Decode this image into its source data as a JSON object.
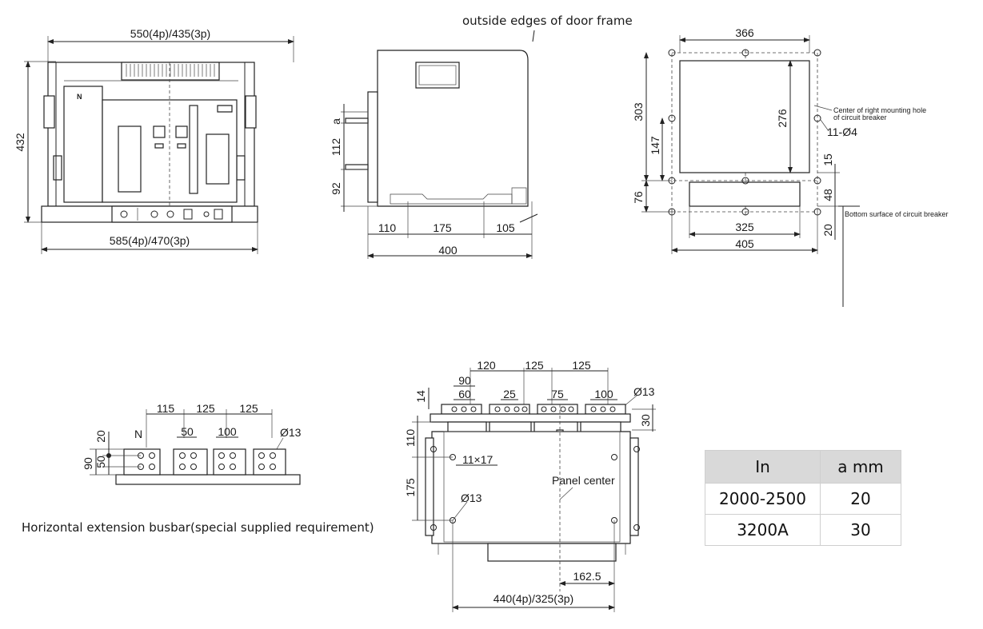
{
  "front_view": {
    "top_dim": "550(4p)/435(3p)",
    "height_dim": "432",
    "bottom_dim": "585(4p)/470(3p)",
    "neutral_label": "N"
  },
  "side_view": {
    "door_frame_label": "outside edges of door frame",
    "dim_a": "a",
    "dim_112": "112",
    "dim_92": "92",
    "dim_110": "110",
    "dim_175": "175",
    "dim_105": "105",
    "dim_400": "400"
  },
  "mounting_view": {
    "dim_366": "366",
    "dim_303": "303",
    "dim_276": "276",
    "dim_147": "147",
    "dim_15": "15",
    "dim_76": "76",
    "dim_48": "48",
    "dim_20": "20",
    "dim_325": "325",
    "dim_405": "405",
    "hole_spec": "11-Ø4",
    "note_mounting_hole_line1": "Center of right mounting hole",
    "note_mounting_hole_line2": "of circuit breaker",
    "note_bottom_surface": "Bottom surface of circuit breaker"
  },
  "busbar_view": {
    "dim_115": "115",
    "dim_125a": "125",
    "dim_125b": "125",
    "dim_50": "50",
    "dim_100": "100",
    "dim_20": "20",
    "dim_90": "90",
    "dim_50v": "50",
    "neutral_label": "N",
    "hole": "Ø13",
    "caption": "Horizontal extension busbar(special supplied requirement)"
  },
  "panel_view": {
    "dim_120": "120",
    "dim_125a": "125",
    "dim_125b": "125",
    "dim_90": "90",
    "dim_60": "60",
    "dim_25": "25",
    "dim_75": "75",
    "dim_100": "100",
    "dim_14": "14",
    "hole_top": "Ø13",
    "dim_30": "30",
    "dim_110": "110",
    "slot": "11×17",
    "dim_175": "175",
    "hole_bottom": "Ø13",
    "panel_center": "Panel center",
    "dim_162_5": "162.5",
    "bottom_dim": "440(4p)/325(3p)"
  },
  "spec_table": {
    "header": [
      "In",
      "a  mm"
    ],
    "rows": [
      [
        "2000-2500",
        "20"
      ],
      [
        "3200A",
        "30"
      ]
    ]
  }
}
